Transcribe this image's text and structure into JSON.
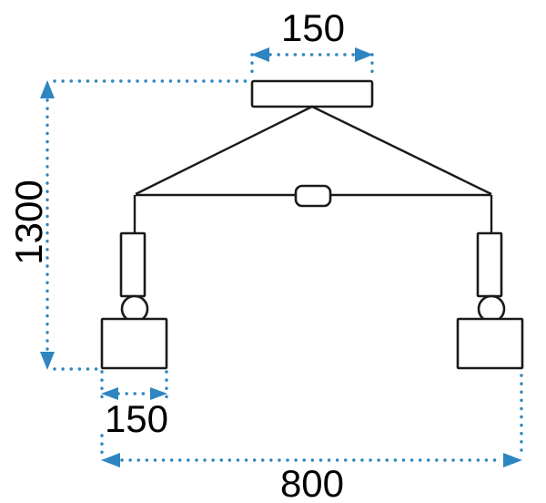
{
  "dimensions": {
    "canopy_width": "150",
    "height": "1300",
    "shade_width": "150",
    "total_width": "800"
  },
  "colors": {
    "dimension_line": "#2e86c1",
    "outline": "#1a1a1a",
    "text": "#000000"
  }
}
